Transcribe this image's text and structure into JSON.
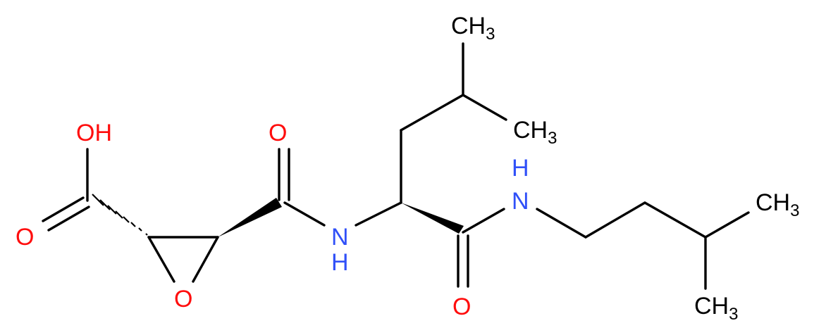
{
  "structure": {
    "atom_labels": {
      "oh": "OH",
      "o_carbonyl_acid": "O",
      "o_epoxide": "O",
      "o_carbonyl_amide1": "O",
      "n_amide1": "H",
      "n_amide1_n": "N",
      "o_carbonyl_amide2": "O",
      "n_amide2_n": "N",
      "n_amide2_h": "H",
      "ch3_main": "CH",
      "ch3_sub": "3"
    },
    "colors": {
      "bond": "#000000",
      "oxygen": "#ff0d0d",
      "nitrogen": "#3050f8"
    }
  }
}
